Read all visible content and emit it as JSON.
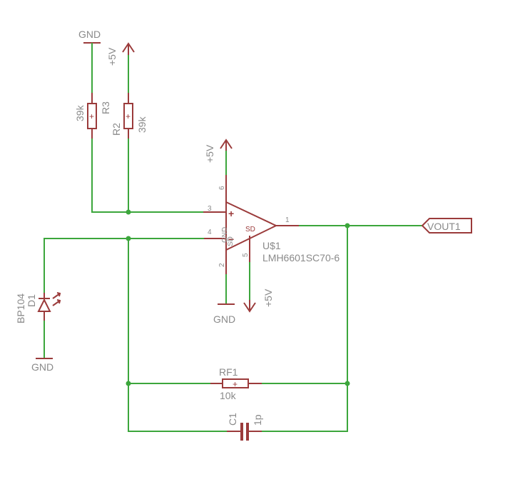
{
  "labels": {
    "gnd": "GND",
    "vcc": "+5V",
    "r3_name": "R3",
    "r3_value": "39k",
    "r2_name": "R2",
    "r2_value": "39k",
    "rf1_name": "RF1",
    "rf1_value": "10k",
    "c1_name": "C1",
    "c1_value": "1p",
    "u1_name": "U$1",
    "u1_value": "LMH6601SC70-6",
    "d1_name": "D1",
    "d1_value": "BP104",
    "vout": "VOUT1",
    "sd": "SD",
    "sd_bar": "SD̅",
    "plus": "+",
    "minus": "−"
  },
  "pins": {
    "p1": "1",
    "p2": "2",
    "p3": "3",
    "p4": "4",
    "p5": "5",
    "p6": "6"
  },
  "colors": {
    "wire": "#3ca63c",
    "part": "#9b3b3b",
    "text": "#8a8a8a"
  }
}
